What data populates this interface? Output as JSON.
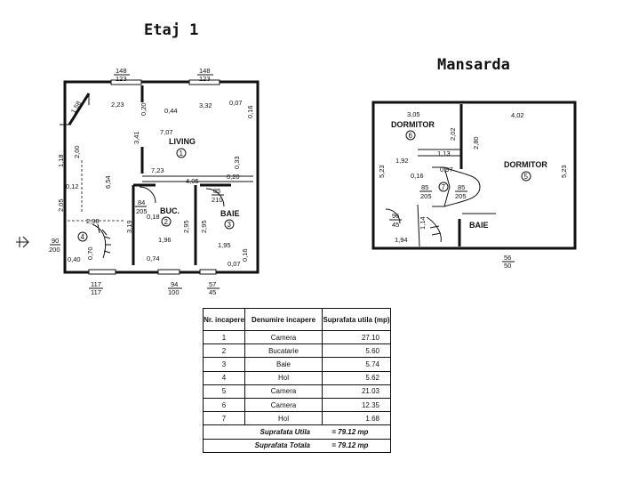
{
  "titles": {
    "floor1": "Etaj 1",
    "attic": "Mansarda"
  },
  "rooms_floor1": {
    "living": "LIVING",
    "living_num": "1",
    "kitchen": "BUC.",
    "kitchen_num": "2",
    "bath": "BAIE",
    "bath_num": "3",
    "hall_num": "4"
  },
  "rooms_attic": {
    "bed1": "DORMITOR",
    "bed1_num": "6",
    "bed2": "DORMITOR",
    "bed2_num": "5",
    "bath": "BAIE",
    "stair_num": "7"
  },
  "dims_floor1": {
    "win_top_left": "148",
    "win_top_left_b": "123",
    "win_top_right": "148",
    "win_top_right_b": "123",
    "d158": "1,58",
    "d223": "2,23",
    "d020a": "0,20",
    "d044": "0,44",
    "d332": "3,32",
    "d007a": "0,07",
    "d016a": "0,16",
    "d707": "7,07",
    "d341": "3,41",
    "d200": "2,00",
    "d118": "1,18",
    "d723": "7,23",
    "d033": "0,33",
    "d012": "0,12",
    "d654": "6,54",
    "d405": "4,05",
    "d020b": "0,20",
    "d84": "84",
    "d205a": "205",
    "d85": "85",
    "d210": "210",
    "d018": "0,18",
    "d298": "2,98",
    "d205b": "2,05",
    "d319": "3,19",
    "d196": "1,96",
    "d295a": "2,95",
    "d295b": "2,95",
    "d195": "1,95",
    "d90": "90",
    "d200b": "200",
    "d070": "0,70",
    "d040": "0,40",
    "d074": "0,74",
    "d007b": "0,07",
    "d016b": "0,16",
    "w117a": "117",
    "w117b": "117",
    "w94": "94",
    "w100": "100",
    "w57": "57",
    "w45": "45"
  },
  "dims_attic": {
    "d305": "3,05",
    "d402": "4,02",
    "d202": "2,02",
    "d280": "2,80",
    "d113": "1,13",
    "d192": "1,92",
    "d097": "0,97",
    "d523a": "5,23",
    "d523b": "5,23",
    "d016": "0,16",
    "d85a": "85",
    "d205a": "205",
    "d85b": "85",
    "d205b": "205",
    "d114": "1,14",
    "d96": "96",
    "d45": "45",
    "d194": "1,94",
    "d56": "56",
    "d50": "50"
  },
  "table": {
    "headers": [
      "Nr. incapere",
      "Denumire incapere",
      "Suprafata utila (mp)"
    ],
    "rows": [
      {
        "nr": "1",
        "name": "Camera",
        "area": "27.10"
      },
      {
        "nr": "2",
        "name": "Bucatarie",
        "area": "5.60"
      },
      {
        "nr": "3",
        "name": "Baie",
        "area": "5.74"
      },
      {
        "nr": "4",
        "name": "Hol",
        "area": "5.62"
      },
      {
        "nr": "5",
        "name": "Camera",
        "area": "21.03"
      },
      {
        "nr": "6",
        "name": "Camera",
        "area": "12.35"
      },
      {
        "nr": "7",
        "name": "Hol",
        "area": "1.68"
      }
    ],
    "useful_label": "Suprafata Utila",
    "useful_value": "= 79.12 mp",
    "total_label": "Suprafata Totala",
    "total_value": "= 79.12 mp"
  }
}
